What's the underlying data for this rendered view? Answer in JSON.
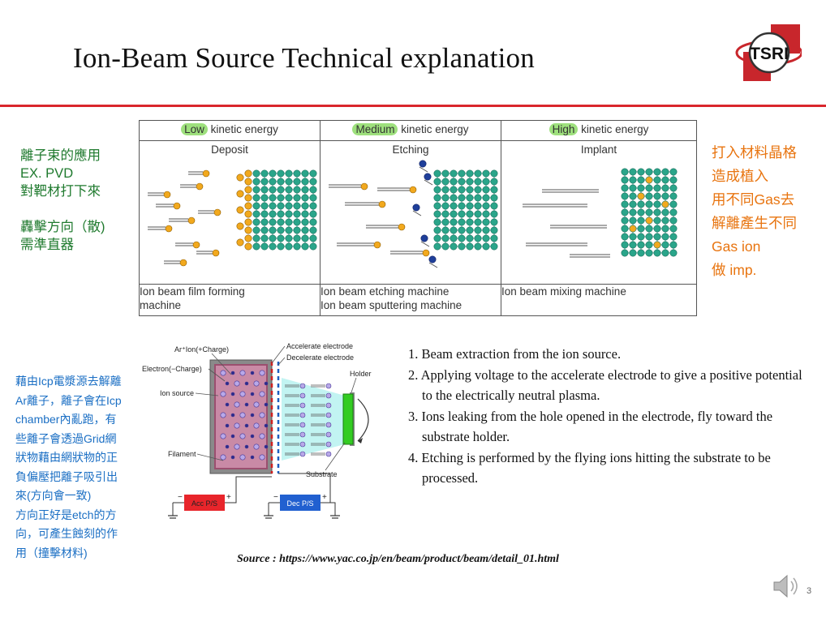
{
  "slide": {
    "title": "Ion-Beam Source Technical explanation",
    "logo_text": "TSRI",
    "page_number": "3"
  },
  "notes": {
    "left_green": [
      "離子束的應用",
      "EX. PVD",
      "對靶材打下來",
      "",
      "轟擊方向（散)",
      "需準直器"
    ],
    "right_orange": [
      "打入材料晶格",
      "造成植入",
      "用不同Gas去",
      "解離產生不同",
      "Gas ion",
      "做 imp."
    ],
    "left_blue": [
      "藉由Icp電漿源去解離",
      "Ar離子，離子會在Icp",
      "chamber內亂跑，有",
      "些離子會透過Grid網",
      "狀物藉由網狀物的正",
      "負偏壓把離子吸引出",
      "來(方向會一致)",
      "方向正好是etch的方",
      "向，可產生蝕刻的作",
      "用（撞擊材料)"
    ]
  },
  "table": {
    "columns": [
      {
        "level": "Low",
        "header_rest": " kinetic energy",
        "process": "Deposit",
        "machines": [
          "Ion beam film forming",
          "machine"
        ]
      },
      {
        "level": "Medium",
        "header_rest": " kinetic energy",
        "process": "Etching",
        "machines": [
          "Ion beam etching machine",
          "Ion beam sputtering machine"
        ]
      },
      {
        "level": "High",
        "header_rest": " kinetic energy",
        "process": "Implant",
        "machines": [
          "Ion beam mixing machine",
          ""
        ]
      }
    ]
  },
  "diagram": {
    "labels": {
      "ar_ion": "Ar⁺Ion(+Charge)",
      "electron": "Electron(−Charge)",
      "ion_source": "Ion source",
      "filament": "Filament",
      "accelerate": "Accelerate electrode",
      "decelerate": "Decelerate electrode",
      "holder": "Holder",
      "substrate": "Substrate",
      "acc_ps": "Acc P/S",
      "dec_ps": "Dec P/S",
      "minus": "−",
      "plus": "+"
    }
  },
  "steps": [
    "1. Beam extraction from the ion source.",
    "2. Applying voltage to the accelerate electrode to give a positive potential to the electrically neutral plasma.",
    "3. Ions leaking from the hole opened in the electrode, fly toward the substrate holder.",
    "4. Etching is performed by the flying ions hitting the substrate to be processed."
  ],
  "source": "Source : https://www.yac.co.jp/en/beam/product/beam/detail_01.html",
  "colors": {
    "accent_red": "#d9262c",
    "green_note": "#1f7a2e",
    "orange_note": "#e8740f",
    "blue_note": "#1b6fc4",
    "highlight": "#9ee07d",
    "lattice_green": "#2aa58a",
    "ion_orange": "#f2a91e"
  }
}
